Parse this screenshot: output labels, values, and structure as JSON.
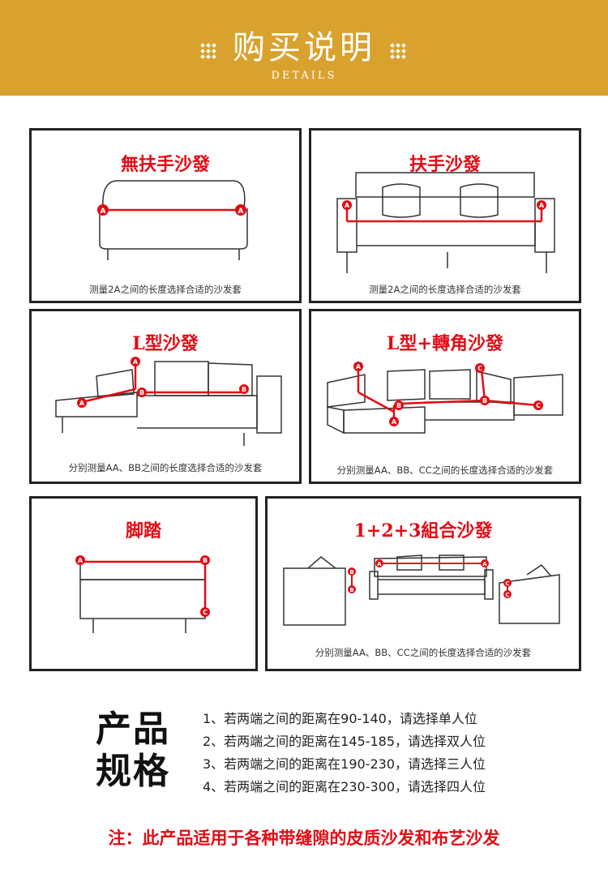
{
  "header": {
    "title": "购买说明",
    "subtitle": "DETAILS",
    "bg_color": "#d9a22e",
    "left_icon": "dots-diamond-icon",
    "right_icon": "dots-diamond-icon"
  },
  "panels": [
    {
      "title": "無扶手沙發",
      "caption": "测量2A之间的长度选择合适的沙发套"
    },
    {
      "title": "扶手沙發",
      "caption": "测量2A之间的长度选择合适的沙发套"
    },
    {
      "title": "L型沙發",
      "caption": "分别测量AA、BB之间的长度选择合适的沙发套"
    },
    {
      "title": "L型+轉角沙發",
      "caption": "分别测量AA、BB、CC之间的长度选择合适的沙发套"
    },
    {
      "title": "脚踏",
      "caption": ""
    },
    {
      "title": "1+2+3組合沙發",
      "caption": "分别测量AA、BB、CC之间的长度选择合适的沙发套"
    }
  ],
  "markers": {
    "a": "A",
    "b": "B",
    "c": "C"
  },
  "specs": {
    "title_line1": "产品",
    "title_line2": "规格",
    "lines": [
      "1、若两端之间的距离在90-140，请选择单人位",
      "2、若两端之间的距离在145-185，请选择双人位",
      "3、若两端之间的距离在190-230，请选择三人位",
      "4、若两端之间的距离在230-300，请选择四人位"
    ]
  },
  "note": "注：此产品适用于各种带缝隙的皮质沙发和布艺沙发",
  "colors": {
    "accent_red": "#e30b14",
    "border": "#222222"
  }
}
